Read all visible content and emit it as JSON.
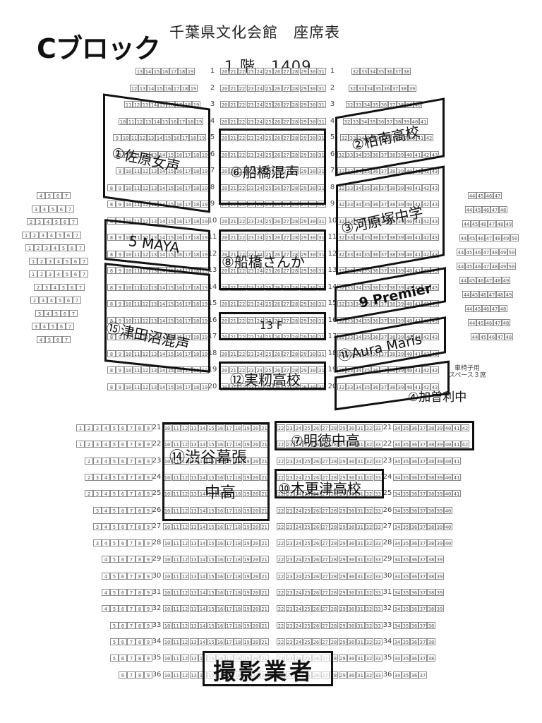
{
  "header": {
    "block_title": "Cブロック",
    "venue_title": "千葉県文化会館　座席表",
    "floor_title": "1 階　1409"
  },
  "upper_rows": {
    "row_numbers": [
      "1",
      "2",
      "3",
      "4",
      "5",
      "6",
      "7",
      "8",
      "9",
      "10",
      "11",
      "12",
      "13",
      "14",
      "15",
      "16",
      "17",
      "18",
      "19",
      "20"
    ],
    "center_seats": [
      "20",
      "21",
      "22",
      "23",
      "24",
      "25",
      "26",
      "27",
      "28",
      "29",
      "30",
      "31"
    ],
    "left_seat_ranges": [
      [
        13,
        19
      ],
      [
        12,
        19
      ],
      [
        11,
        19
      ],
      [
        10,
        19
      ],
      [
        9,
        19
      ],
      [
        9,
        19
      ],
      [
        9,
        19
      ],
      [
        8,
        19
      ],
      [
        8,
        19
      ],
      [
        8,
        19
      ],
      [
        8,
        19
      ],
      [
        8,
        19
      ],
      [
        8,
        19
      ],
      [
        8,
        19
      ],
      [
        8,
        19
      ],
      [
        8,
        19
      ],
      [
        8,
        19
      ],
      [
        8,
        19
      ],
      [
        8,
        19
      ],
      [
        8,
        19
      ]
    ],
    "right_seat_ranges": [
      [
        32,
        38
      ],
      [
        32,
        39
      ],
      [
        32,
        40
      ],
      [
        32,
        41
      ],
      [
        32,
        42
      ],
      [
        32,
        43
      ],
      [
        32,
        43
      ],
      [
        32,
        43
      ],
      [
        32,
        43
      ],
      [
        32,
        43
      ],
      [
        32,
        43
      ],
      [
        32,
        43
      ],
      [
        32,
        43
      ],
      [
        32,
        43
      ],
      [
        32,
        43
      ],
      [
        32,
        43
      ],
      [
        32,
        43
      ],
      [
        32,
        43
      ],
      [
        32,
        43
      ],
      [
        32,
        43
      ]
    ],
    "far_left_ranges": [
      [
        4,
        7
      ],
      [
        3,
        7
      ],
      [
        2,
        7
      ],
      [
        1,
        7
      ],
      [
        1,
        7
      ],
      [
        1,
        7
      ],
      [
        1,
        7
      ],
      [
        2,
        7
      ],
      [
        2,
        7
      ],
      [
        3,
        7
      ],
      [
        3,
        7
      ],
      [
        4,
        7
      ]
    ],
    "far_right_ranges": [
      [
        44,
        47
      ],
      [
        44,
        48
      ],
      [
        44,
        49
      ],
      [
        44,
        50
      ],
      [
        44,
        50
      ],
      [
        44,
        50
      ],
      [
        44,
        49
      ],
      [
        44,
        49
      ],
      [
        44,
        48
      ],
      [
        44,
        48
      ],
      [
        44,
        48
      ]
    ]
  },
  "lower_rows": {
    "row_numbers": [
      "21",
      "22",
      "23",
      "24",
      "25",
      "26",
      "27",
      "28",
      "29",
      "30",
      "31",
      "32",
      "33",
      "34",
      "35",
      "36"
    ],
    "left_outer_ranges": [
      [
        1,
        9
      ],
      [
        1,
        9
      ],
      [
        2,
        9
      ],
      [
        2,
        9
      ],
      [
        2,
        9
      ],
      [
        3,
        9
      ],
      [
        3,
        9
      ],
      [
        3,
        9
      ],
      [
        4,
        9
      ],
      [
        4,
        9
      ],
      [
        4,
        9
      ],
      [
        4,
        9
      ],
      [
        5,
        9
      ],
      [
        5,
        9
      ],
      [
        5,
        9
      ],
      [
        6,
        9
      ]
    ],
    "left_center": [
      "10",
      "11",
      "12",
      "13",
      "14",
      "15",
      "16",
      "17",
      "18",
      "19",
      "20",
      "21"
    ],
    "right_center": [
      "22",
      "23",
      "24",
      "25",
      "26",
      "27",
      "28",
      "29",
      "30",
      "31",
      "32",
      "33"
    ],
    "right_outer_ranges": [
      [
        34,
        42
      ],
      [
        34,
        42
      ],
      [
        34,
        41
      ],
      [
        34,
        41
      ],
      [
        34,
        41
      ],
      [
        34,
        40
      ],
      [
        34,
        40
      ],
      [
        34,
        40
      ],
      [
        34,
        39
      ],
      [
        34,
        39
      ],
      [
        34,
        39
      ],
      [
        34,
        39
      ],
      [
        34,
        38
      ],
      [
        34,
        38
      ],
      [
        34,
        38
      ],
      [
        34,
        37
      ]
    ]
  },
  "groups": [
    {
      "label": "①佐原女声"
    },
    {
      "label": "②柏南高校"
    },
    {
      "label": "③河原塚中学"
    },
    {
      "label": "④加曽利中"
    },
    {
      "label": "5 MAYA"
    },
    {
      "label": "⑥船橋混声"
    },
    {
      "label": "⑦明徳中高"
    },
    {
      "label": "⑧船橋さんか"
    },
    {
      "label": "9 Premier"
    },
    {
      "label": "⑩木更津高校"
    },
    {
      "label": "⑪Aura Maris"
    },
    {
      "label": "⑫実籾高校"
    },
    {
      "label": "13 F"
    },
    {
      "label": "⑭渋谷幕張"
    },
    {
      "label": "中高"
    },
    {
      "label": "⑮津田沼混声"
    },
    {
      "label": "撮影業者"
    }
  ],
  "notes": {
    "wheelchair": "車椅子用",
    "space": "スペース３席"
  },
  "colors": {
    "ink": "#111111",
    "seat_border": "#8a8a8a"
  }
}
